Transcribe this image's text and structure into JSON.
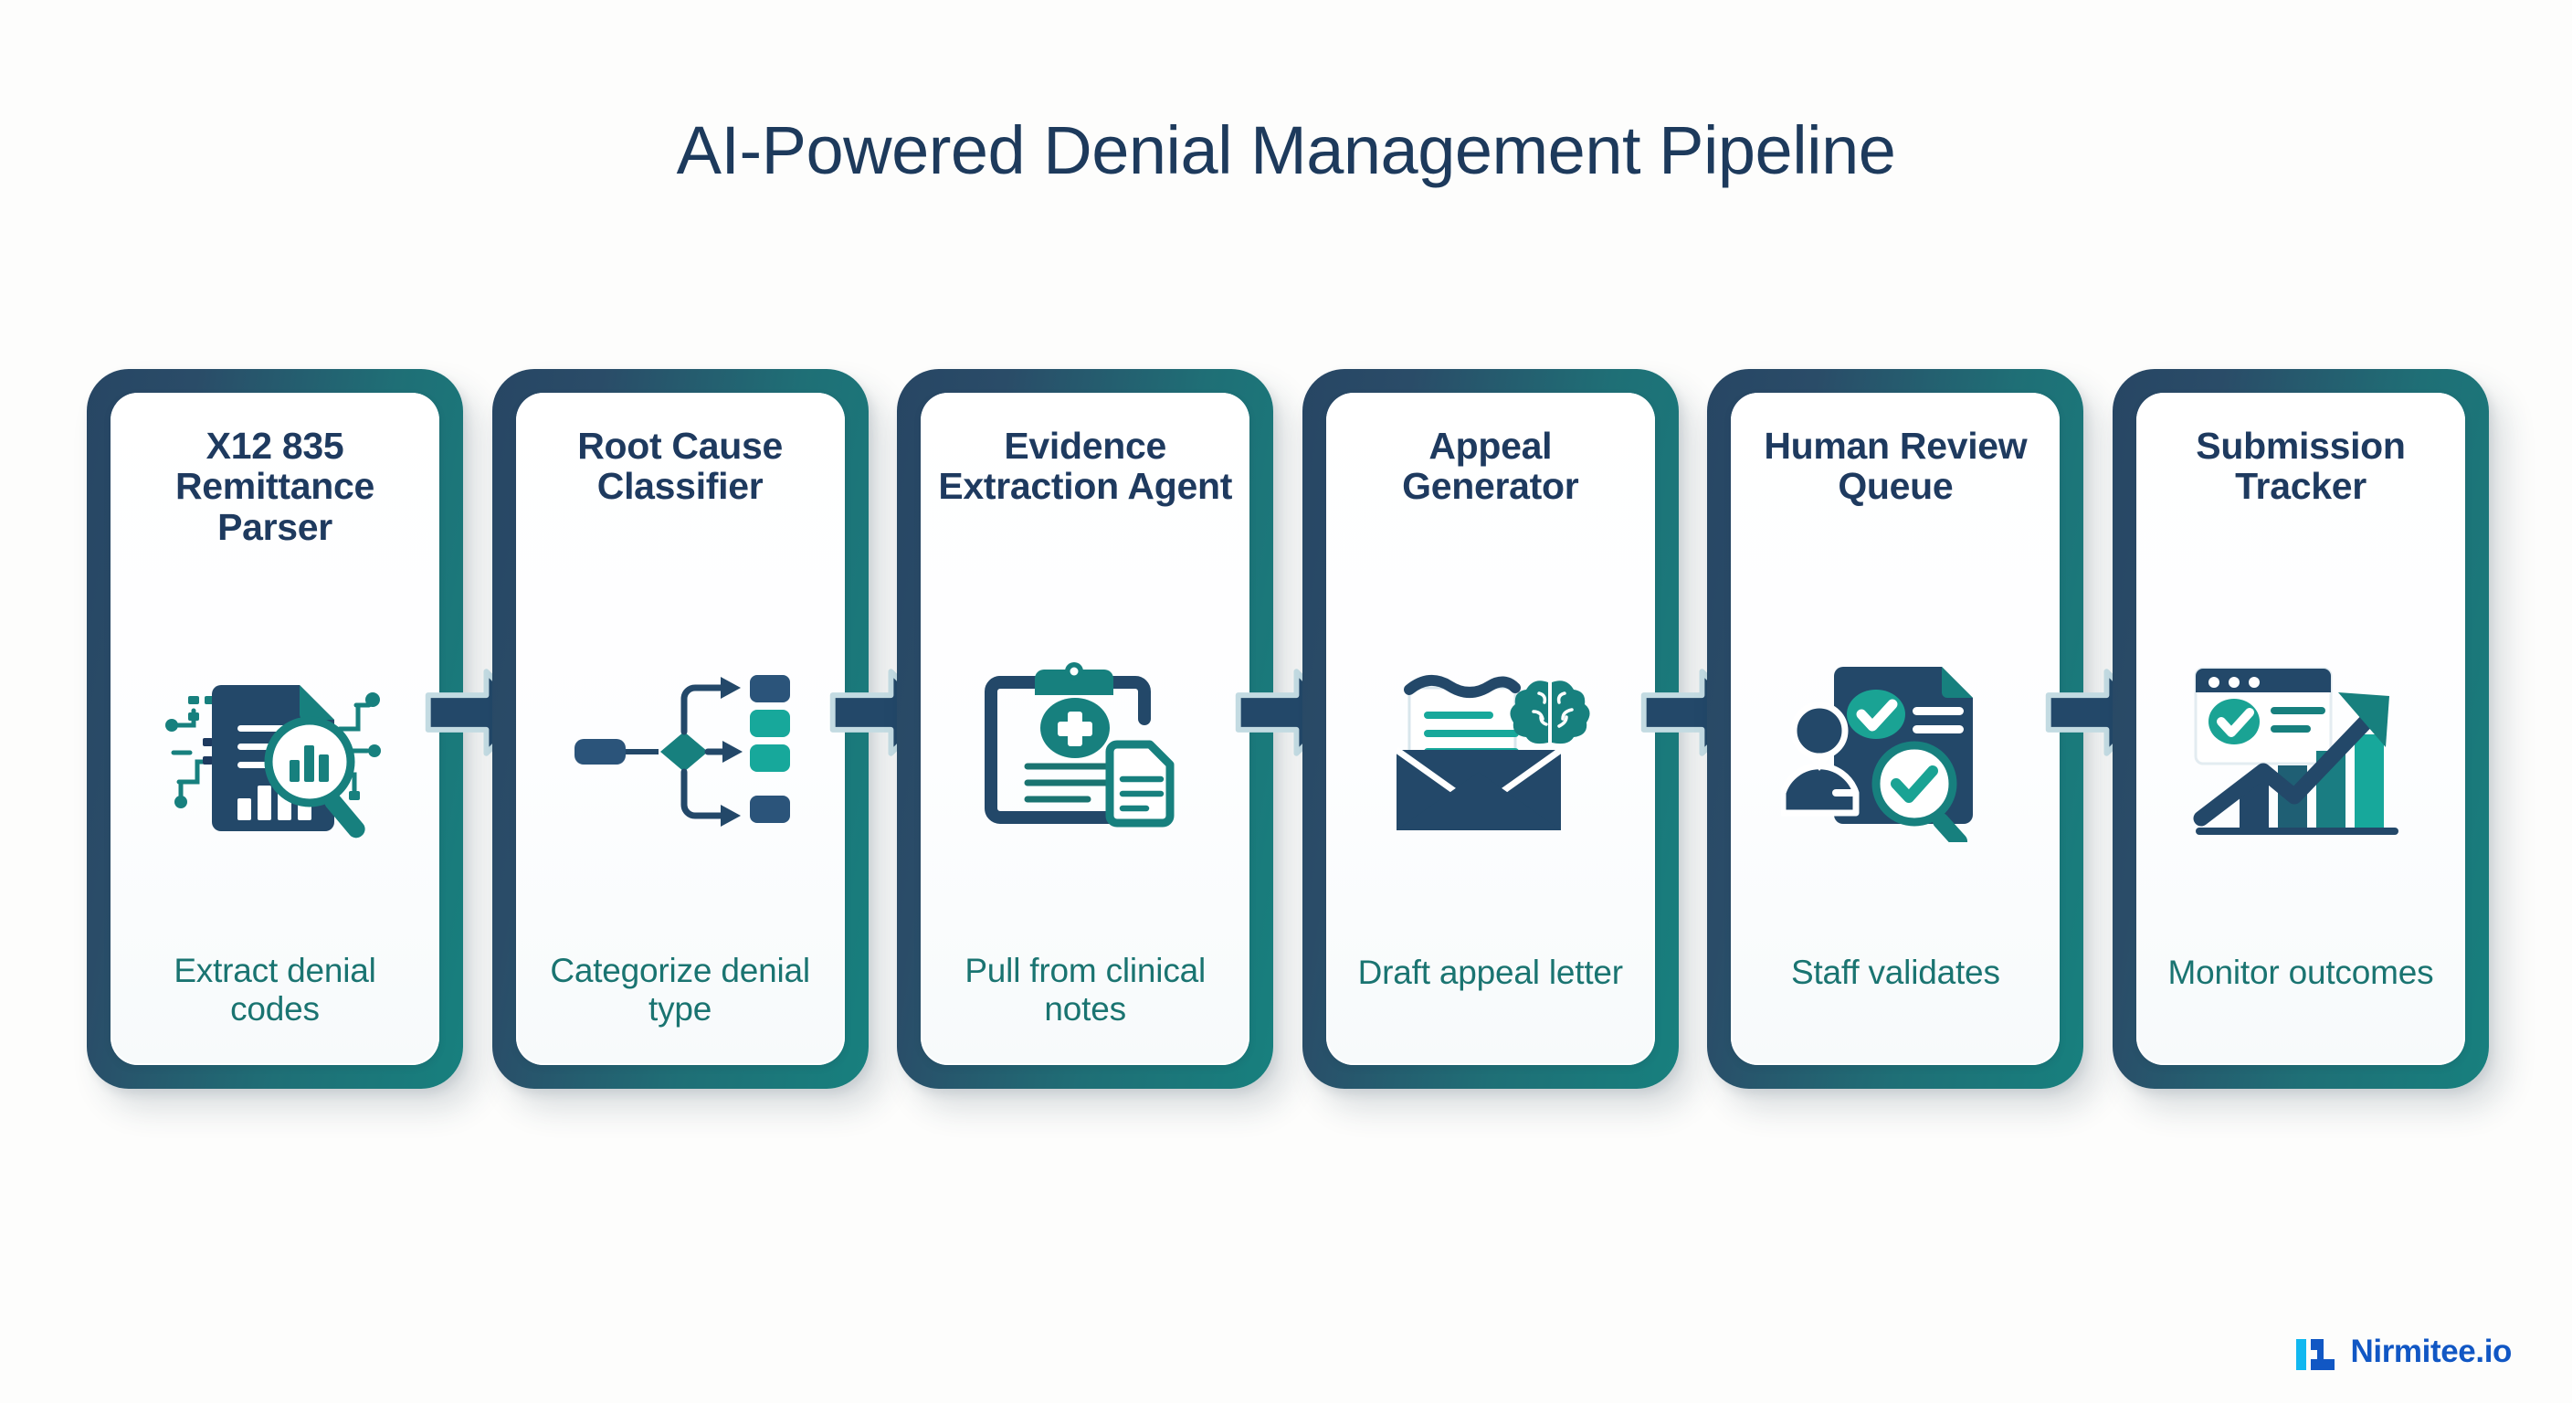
{
  "page": {
    "title": "AI-Powered Denial Management Pipeline",
    "background_color": "#fdfdfc",
    "title_color": "#1d3a5c",
    "card_title_color": "#1e3a5f",
    "card_subtitle_color": "#1a7471",
    "card_border_start_color": "#274664",
    "card_border_end_color": "#17807e",
    "arrow_color": "#234869",
    "arrow_outline_color": "#bcd6de"
  },
  "pipeline": {
    "steps": [
      {
        "index": "1",
        "title": "X12 835 Remittance Parser",
        "subtitle": "Extract denial codes",
        "icon": "document-chart-magnifier-circuit-icon"
      },
      {
        "index": "2",
        "title": "Root Cause Classifier",
        "subtitle": "Categorize denial type",
        "icon": "branching-decision-flow-icon"
      },
      {
        "index": "3",
        "title": "Evidence Extraction Agent",
        "subtitle": "Pull from clinical notes",
        "icon": "medical-clipboard-document-icon"
      },
      {
        "index": "4",
        "title": "Appeal Generator",
        "subtitle": "Draft appeal letter",
        "icon": "envelope-letter-brain-icon"
      },
      {
        "index": "5",
        "title": "Human Review Queue",
        "subtitle": "Staff validates",
        "icon": "person-document-check-magnifier-icon"
      },
      {
        "index": "6",
        "title": "Submission Tracker",
        "subtitle": "Monitor outcomes",
        "icon": "browser-growth-chart-check-icon"
      }
    ],
    "connectors": [
      {
        "icon": "arrow-right-icon"
      },
      {
        "icon": "arrow-right-icon"
      },
      {
        "icon": "arrow-right-icon"
      },
      {
        "icon": "arrow-right-icon"
      },
      {
        "icon": "arrow-right-icon"
      }
    ]
  },
  "footer": {
    "brand_name": "Nirmitee.io",
    "logo_icon": "nirmitee-logo-mark",
    "logo_accent_color": "#11b8f0",
    "logo_text_color": "#1157c4"
  }
}
